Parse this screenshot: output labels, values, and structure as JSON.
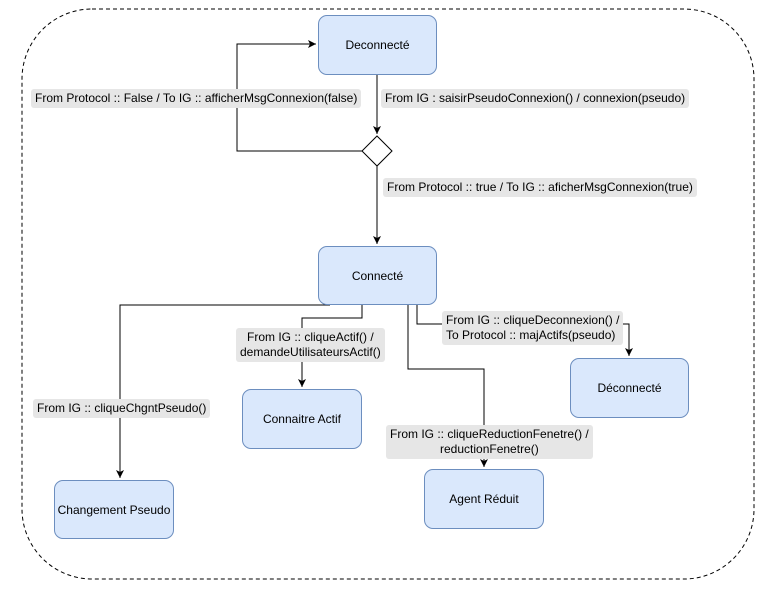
{
  "states": {
    "deconnecte_top": "Deconnecté",
    "connecte": "Connecté",
    "deconnecte_bottom": "Déconnecté",
    "connaitre_actif": "Connaitre Actif",
    "changement_pseudo": "Changement Pseudo",
    "agent_reduit": "Agent Réduit"
  },
  "transitions": {
    "protocol_false": "From Protocol :: False  / To IG :: afficherMsgConnexion(false)",
    "saisir_pseudo": "From IG : saisirPseudoConnexion() / connexion(pseudo)",
    "protocol_true": "From Protocol :: true  / To IG :: aficherMsgConnexion(true)",
    "clique_deconnexion": [
      "From IG :: cliqueDeconnexion() /",
      "To Protocol :: majActifs(pseudo)"
    ],
    "clique_actif": [
      "From IG :: cliqueActif() /",
      "demandeUtilisateursActif()"
    ],
    "clique_chgnt_pseudo": "From IG :: cliqueChgntPseudo()",
    "clique_reduction": [
      "From IG :: cliqueReductionFenetre() /",
      "reductionFenetre()"
    ]
  },
  "colors": {
    "state_fill": "#dae8fc",
    "state_stroke": "#6c8ebf",
    "label_bg": "#e6e6e6",
    "edge": "#000000"
  }
}
